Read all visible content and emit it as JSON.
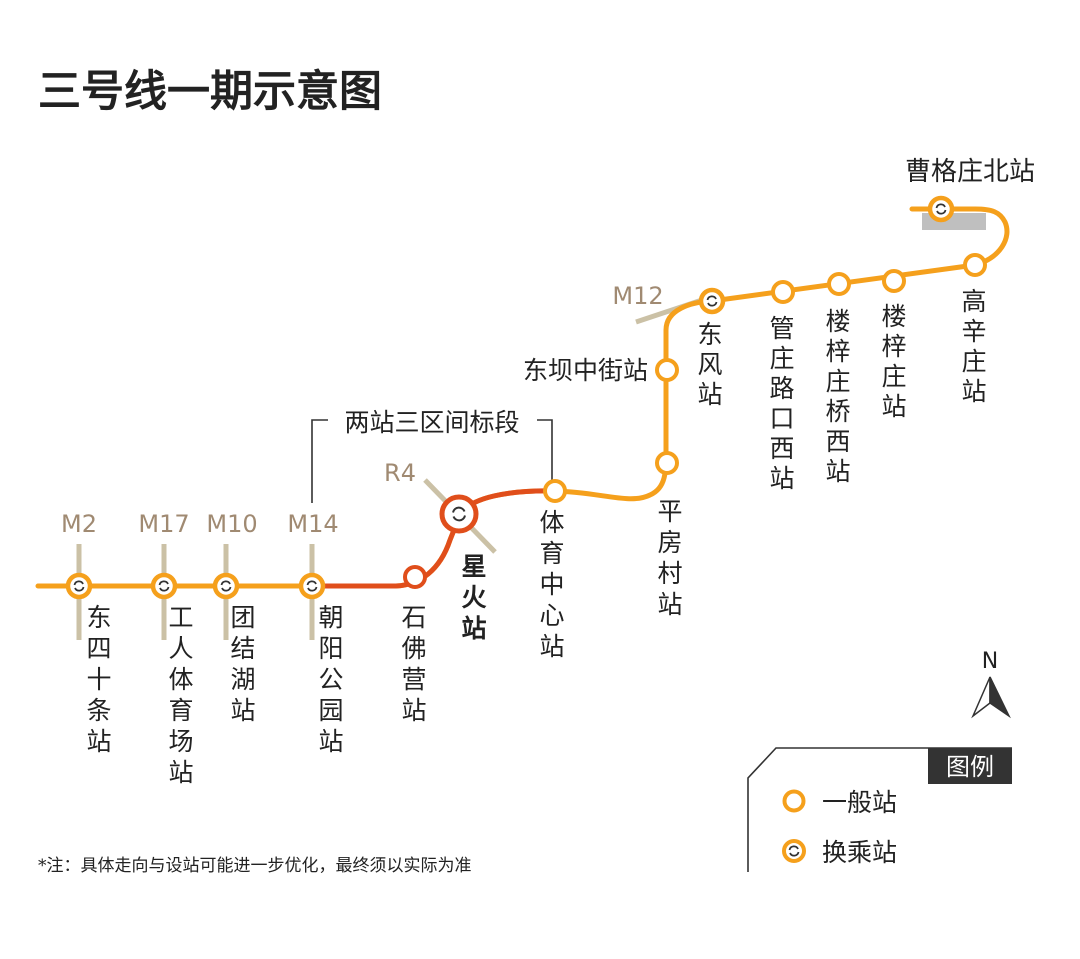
{
  "title": "三号线一期示意图",
  "note": "*注：具体走向与设站可能进一步优化，最终须以实际为准",
  "section_label": "两站三区间标段",
  "compass": {
    "label": "N",
    "icon": "north-arrow-icon"
  },
  "colors": {
    "line": "#F5A01C",
    "highlight": "#E04E1B",
    "transfer_line": "#CBC1A6",
    "transfer_label": "#A08A72",
    "legend_header_bg": "#333333",
    "depot": "#BFBFBF"
  },
  "stations": [
    {
      "id": "dongsishitiao",
      "name": "东四十条站",
      "type": "transfer"
    },
    {
      "id": "gongrentiyuchang",
      "name": "工人体育场站",
      "type": "transfer"
    },
    {
      "id": "tuanjiehu",
      "name": "团结湖站",
      "type": "transfer"
    },
    {
      "id": "chaoyanggongyuan",
      "name": "朝阳公园站",
      "type": "transfer"
    },
    {
      "id": "shifoying",
      "name": "石佛营站",
      "type": "normal"
    },
    {
      "id": "xinghuo",
      "name": "星火站",
      "type": "transfer"
    },
    {
      "id": "tiyuzhongxin",
      "name": "体育中心站",
      "type": "normal"
    },
    {
      "id": "pingfangcun",
      "name": "平房村站",
      "type": "normal"
    },
    {
      "id": "dongbazhongjie",
      "name": "东坝中街站",
      "type": "normal"
    },
    {
      "id": "dongfeng",
      "name": "东风站",
      "type": "transfer"
    },
    {
      "id": "guanzhuangluxi",
      "name": "管庄路口西站",
      "type": "normal"
    },
    {
      "id": "louziqiaoxi",
      "name": "楼梓庄桥西站",
      "type": "normal"
    },
    {
      "id": "louzizhuang",
      "name": "楼梓庄站",
      "type": "normal"
    },
    {
      "id": "gaoxinzhuang",
      "name": "高辛庄站",
      "type": "normal"
    },
    {
      "id": "caogezhuangbei",
      "name": "曹格庄北站",
      "type": "transfer"
    }
  ],
  "transfer_lines": [
    {
      "id": "m2",
      "label": "M2"
    },
    {
      "id": "m17",
      "label": "M17"
    },
    {
      "id": "m10",
      "label": "M10"
    },
    {
      "id": "m14",
      "label": "M14"
    },
    {
      "id": "r4",
      "label": "R4"
    },
    {
      "id": "m12",
      "label": "M12"
    }
  ],
  "legend": {
    "header": "图例",
    "items": [
      {
        "label": "一般站",
        "icon": "normal-station-icon"
      },
      {
        "label": "换乘站",
        "icon": "transfer-station-icon"
      }
    ]
  }
}
